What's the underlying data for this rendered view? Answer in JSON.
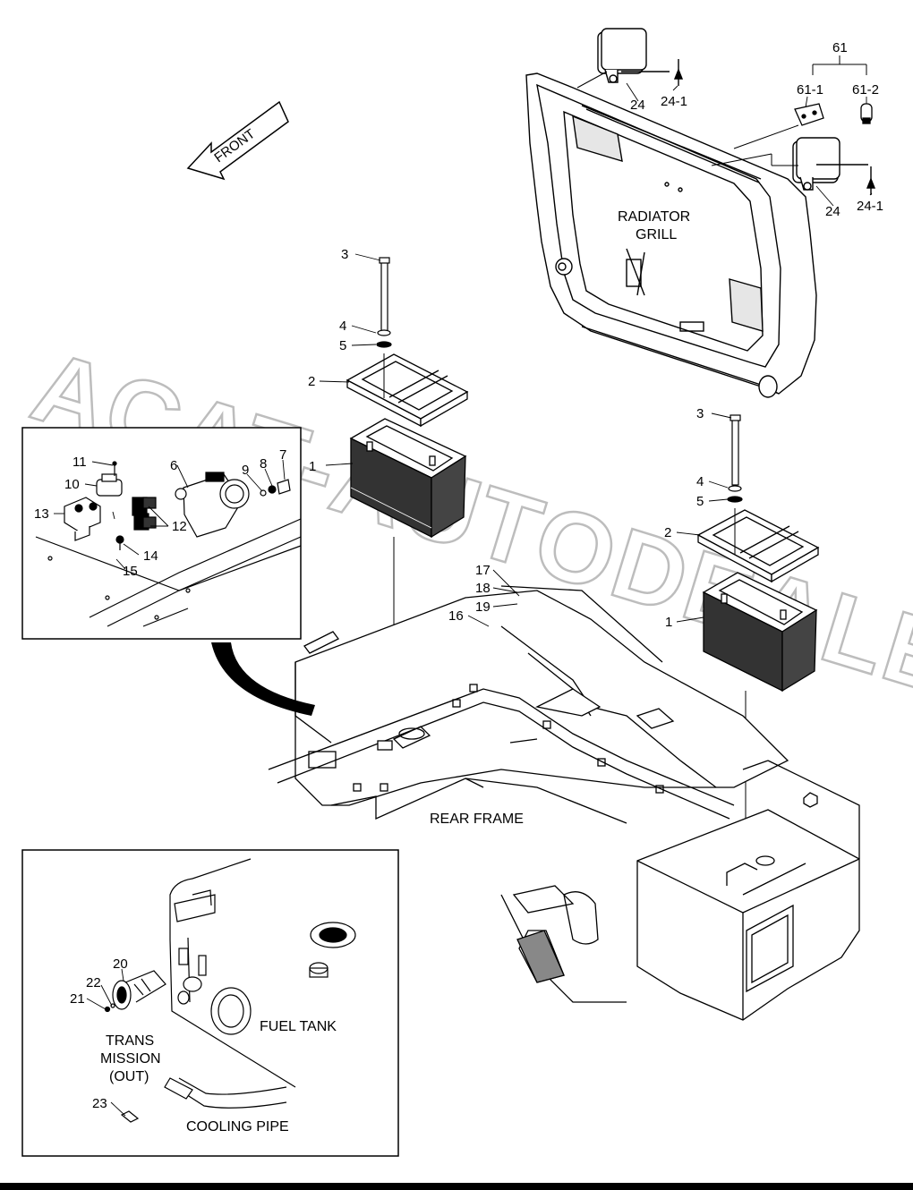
{
  "watermark": "ACAT-AUTODEALER.RU",
  "direction_label": "FRONT",
  "captions": {
    "radiator_grill_1": "RADIATOR",
    "radiator_grill_2": "GRILL",
    "rear_frame": "REAR FRAME",
    "fuel_tank": "FUEL TANK",
    "trans_1": "TRANS",
    "trans_2": "MISSION",
    "trans_3": "(OUT)",
    "cooling_pipe": "COOLING PIPE"
  },
  "callouts": {
    "n1a": "1",
    "n1b": "1",
    "n2a": "2",
    "n2b": "2",
    "n3a": "3",
    "n3b": "3",
    "n4a": "4",
    "n4b": "4",
    "n5a": "5",
    "n5b": "5",
    "n6": "6",
    "n7": "7",
    "n8": "8",
    "n9": "9",
    "n10": "10",
    "n11": "11",
    "n12": "12",
    "n13": "13",
    "n14": "14",
    "n15": "15",
    "n16": "16",
    "n17": "17",
    "n18": "18",
    "n19": "19",
    "n20": "20",
    "n21": "21",
    "n22": "22",
    "n23": "23",
    "n24a": "24",
    "n24b": "24",
    "n24_1a": "24-1",
    "n24_1b": "24-1",
    "n61": "61",
    "n61_1": "61-1",
    "n61_2": "61-2"
  }
}
